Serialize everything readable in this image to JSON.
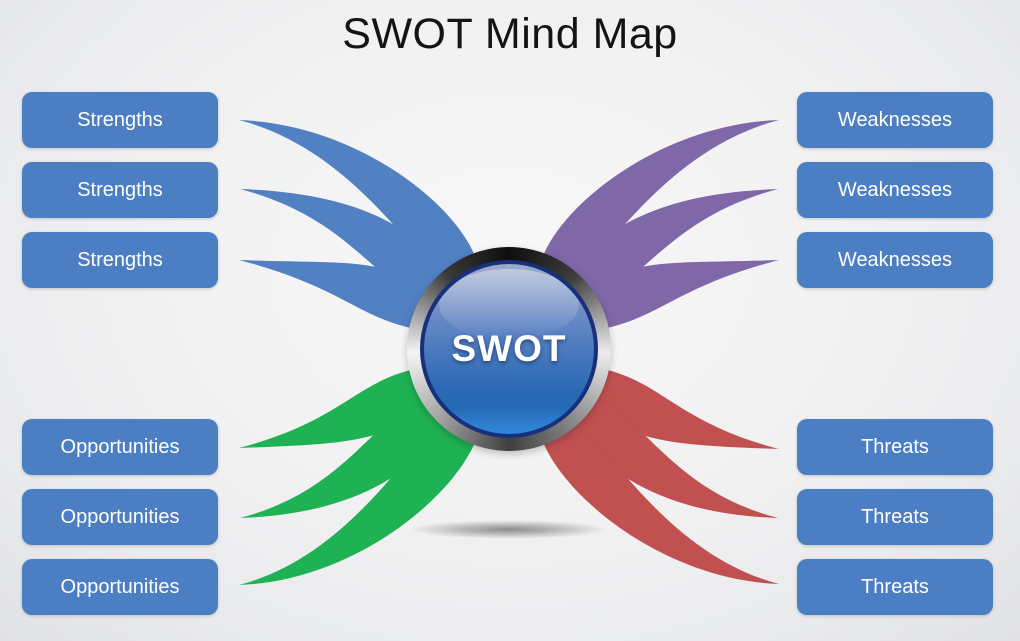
{
  "title": "SWOT Mind Map",
  "center": {
    "label": "SWOT"
  },
  "node_color": "#4b7ec2",
  "quadrants": [
    {
      "name": "strengths",
      "position": "top-left",
      "color": "#5181c3",
      "items": [
        "Strengths",
        "Strengths",
        "Strengths"
      ]
    },
    {
      "name": "weaknesses",
      "position": "top-right",
      "color": "#8067a7",
      "items": [
        "Weaknesses",
        "Weaknesses",
        "Weaknesses"
      ]
    },
    {
      "name": "opportunities",
      "position": "bottom-left",
      "color": "#1fb254",
      "items": [
        "Opportunities",
        "Opportunities",
        "Opportunities"
      ]
    },
    {
      "name": "threats",
      "position": "bottom-right",
      "color": "#c05150",
      "items": [
        "Threats",
        "Threats",
        "Threats"
      ]
    }
  ]
}
